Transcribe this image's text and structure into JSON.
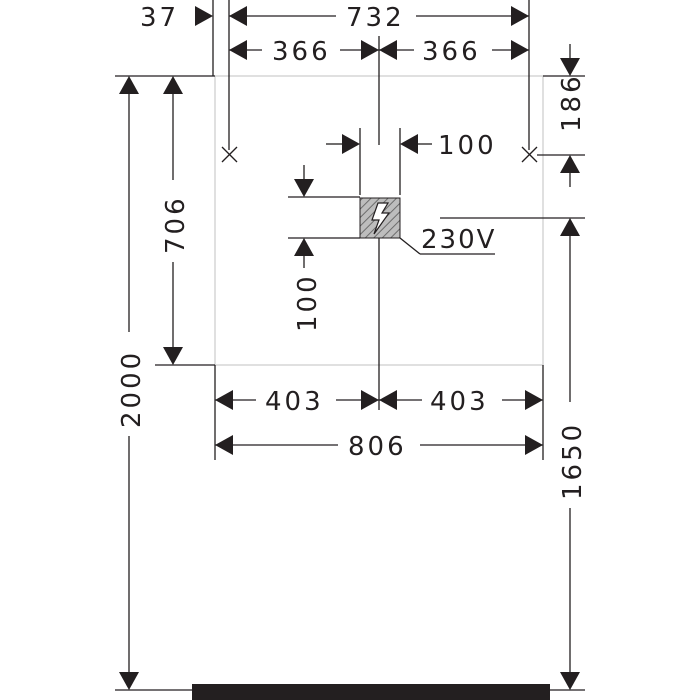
{
  "drawing": {
    "dims": {
      "d37": "37",
      "d732": "732",
      "d366_left": "366",
      "d366_right": "366",
      "d186": "186",
      "d100_h": "100",
      "d706": "706",
      "d100_v": "100",
      "d2000": "2000",
      "d1650": "1650",
      "d403_left": "403",
      "d403_right": "403",
      "d806": "806"
    },
    "labels": {
      "voltage": "230V"
    },
    "icons": {
      "outlet": "electrical-outlet-icon",
      "mount_points": "cross-mark-icon"
    },
    "colors": {
      "ink": "#231f20",
      "outline": "#cfcfcf",
      "hatch_fill": "#aaaaaa",
      "floor": "#231f20"
    }
  }
}
